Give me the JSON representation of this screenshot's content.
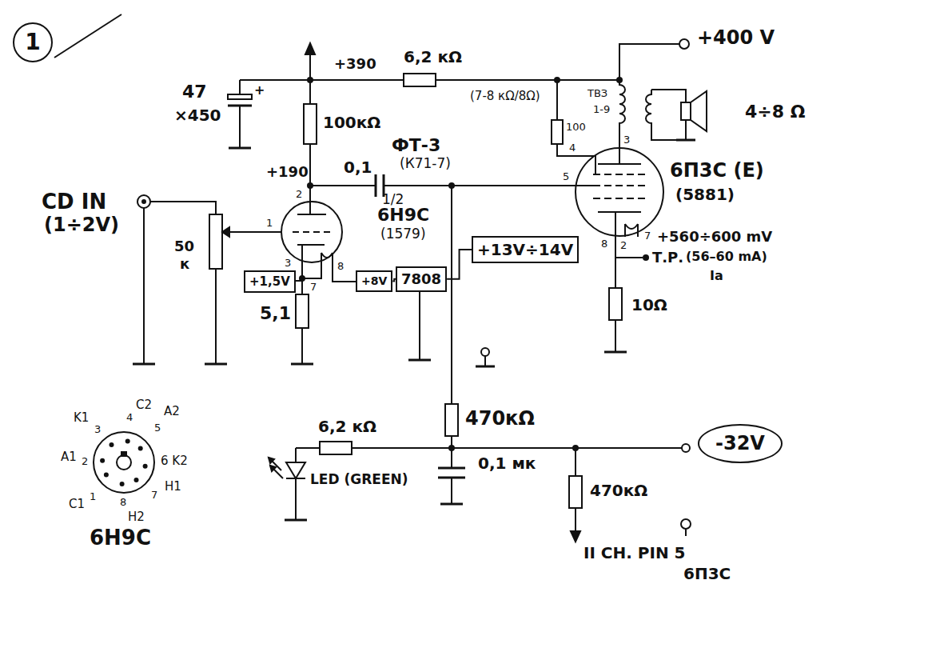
{
  "diagram": {
    "nodes": [
      {
        "text": [
          "1"
        ]
      },
      {
        "text": [
          "+1,5V"
        ]
      },
      {
        "text": [
          "+8V"
        ]
      },
      {
        "text": [
          "7808"
        ]
      },
      {
        "text": [
          "+13V÷14V"
        ]
      },
      {
        "text": [
          "-32V"
        ]
      }
    ],
    "edges": [
      {
        "from": 2,
        "to": 3,
        "arrow": "none"
      },
      {
        "from": 3,
        "to": 4,
        "arrow": "none"
      }
    ],
    "labels": [
      "+390",
      "6,2 кΩ",
      "+400 V",
      "(7-8 кΩ/8Ω)",
      "ТВЗ",
      "1-9",
      "4÷8 Ω",
      "47",
      "×450",
      "100кΩ",
      "+190",
      "0,1",
      "ФТ-3",
      "(К71-7)",
      "1/2",
      "6Н9С",
      "(1579)",
      "CD IN",
      "(1÷2V)",
      "50",
      "к",
      "2",
      "1",
      "3",
      "7",
      "8",
      "5,1",
      "100",
      "3",
      "4",
      "5",
      "6П3С (Е)",
      "(5881)",
      "8",
      "7",
      "+560÷600 mV",
      "(56–60 mA)",
      "Iа",
      "2",
      "Т.Р.",
      "10Ω",
      "6,2 кΩ",
      "LED (GREEN)",
      "470кΩ",
      "0,1 мк",
      "470кΩ",
      "II CH. PIN 5",
      "6П3С",
      "+",
      "K1",
      "3",
      "4",
      "C2",
      "5",
      "A2",
      "A1",
      "2",
      "6 K2",
      "C1",
      "1",
      "8",
      "H2",
      "7",
      "H1",
      "6Н9С"
    ]
  }
}
